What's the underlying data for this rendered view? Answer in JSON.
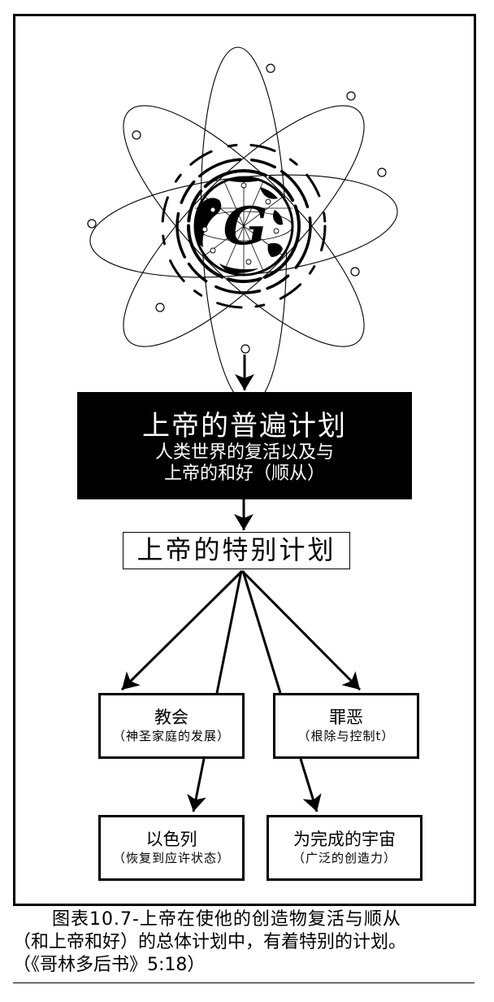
{
  "diagram": {
    "emblem": {
      "letter": "G",
      "description": "atom-globe emblem with orbiting electrons"
    },
    "universal_plan": {
      "title": "上帝的普遍计划",
      "subtitle_line1": "人类世界的复活以及与",
      "subtitle_line2": "上帝的和好（顺从）"
    },
    "special_plan": {
      "title": "上帝的特别计划"
    },
    "branches": [
      {
        "title": "教会",
        "subtitle": "（神圣家庭的发展）"
      },
      {
        "title": "罪恶",
        "subtitle": "（根除与控制t）"
      },
      {
        "title": "以色列",
        "subtitle": "（恢复到应许状态）"
      },
      {
        "title": "为完成的宇宙",
        "subtitle": "（广泛的创造力）"
      }
    ]
  },
  "caption": {
    "line1": "图表10.7-上帝在使他的创造物复活与顺从",
    "line2": "（和上帝和好）的总体计划中，有着特别的计划。",
    "line3": "（《哥林多后书》5:18）"
  },
  "colors": {
    "ink": "#000000",
    "paper": "#ffffff"
  }
}
